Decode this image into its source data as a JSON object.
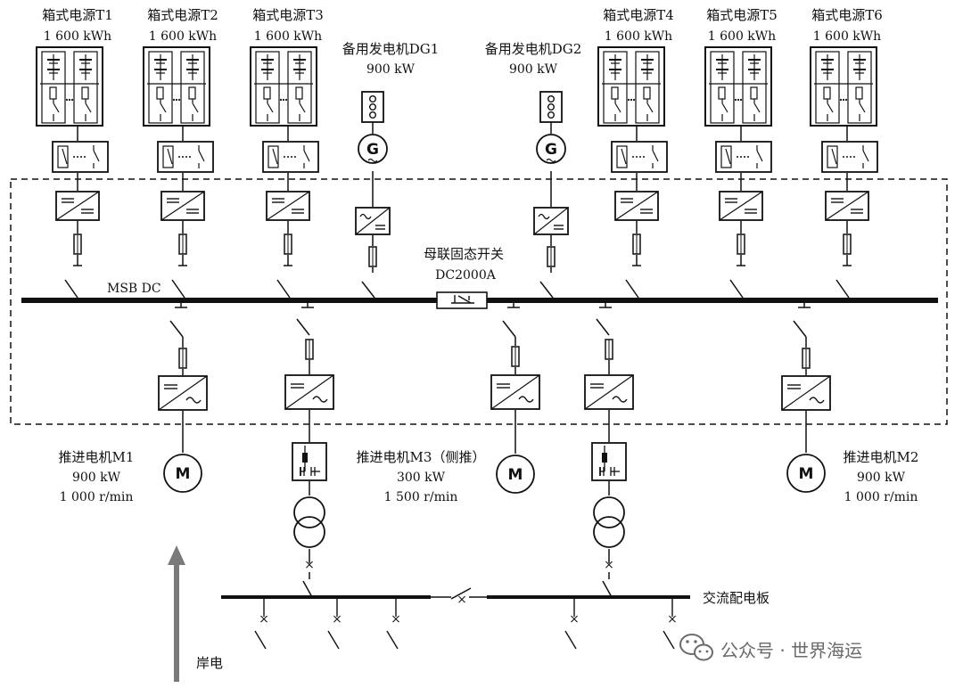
{
  "bus": {
    "dc_label": "MSB DC",
    "ac_label": "交流配电板"
  },
  "tie_switch": {
    "name": "母联固态开关",
    "rating": "DC2000A"
  },
  "battery_containers": [
    {
      "name": "箱式电源T1",
      "capacity": "1 600 kWh"
    },
    {
      "name": "箱式电源T2",
      "capacity": "1 600 kWh"
    },
    {
      "name": "箱式电源T3",
      "capacity": "1 600 kWh"
    },
    {
      "name": "箱式电源T4",
      "capacity": "1 600 kWh"
    },
    {
      "name": "箱式电源T5",
      "capacity": "1 600 kWh"
    },
    {
      "name": "箱式电源T6",
      "capacity": "1 600 kWh"
    }
  ],
  "generators": [
    {
      "name": "备用发电机DG1",
      "power": "900 kW",
      "symbol": "G"
    },
    {
      "name": "备用发电机DG2",
      "power": "900 kW",
      "symbol": "G"
    }
  ],
  "motors": [
    {
      "name": "推进电机M1",
      "power": "900 kW",
      "speed": "1 000 r/min",
      "symbol": "M"
    },
    {
      "name": "推进电机M3（侧推）",
      "power": "300 kW",
      "speed": "1 500 r/min",
      "symbol": "M"
    },
    {
      "name": "推进电机M2",
      "power": "900 kW",
      "speed": "1 000 r/min",
      "symbol": "M"
    }
  ],
  "shore_power": {
    "label": "岸电"
  },
  "watermark": {
    "text": "公众号 · 世界海运",
    "icon": "wechat-icon"
  },
  "colors": {
    "line": "#111111",
    "arrow": "#7a7a7a",
    "watermark": "#6a6a6a"
  }
}
